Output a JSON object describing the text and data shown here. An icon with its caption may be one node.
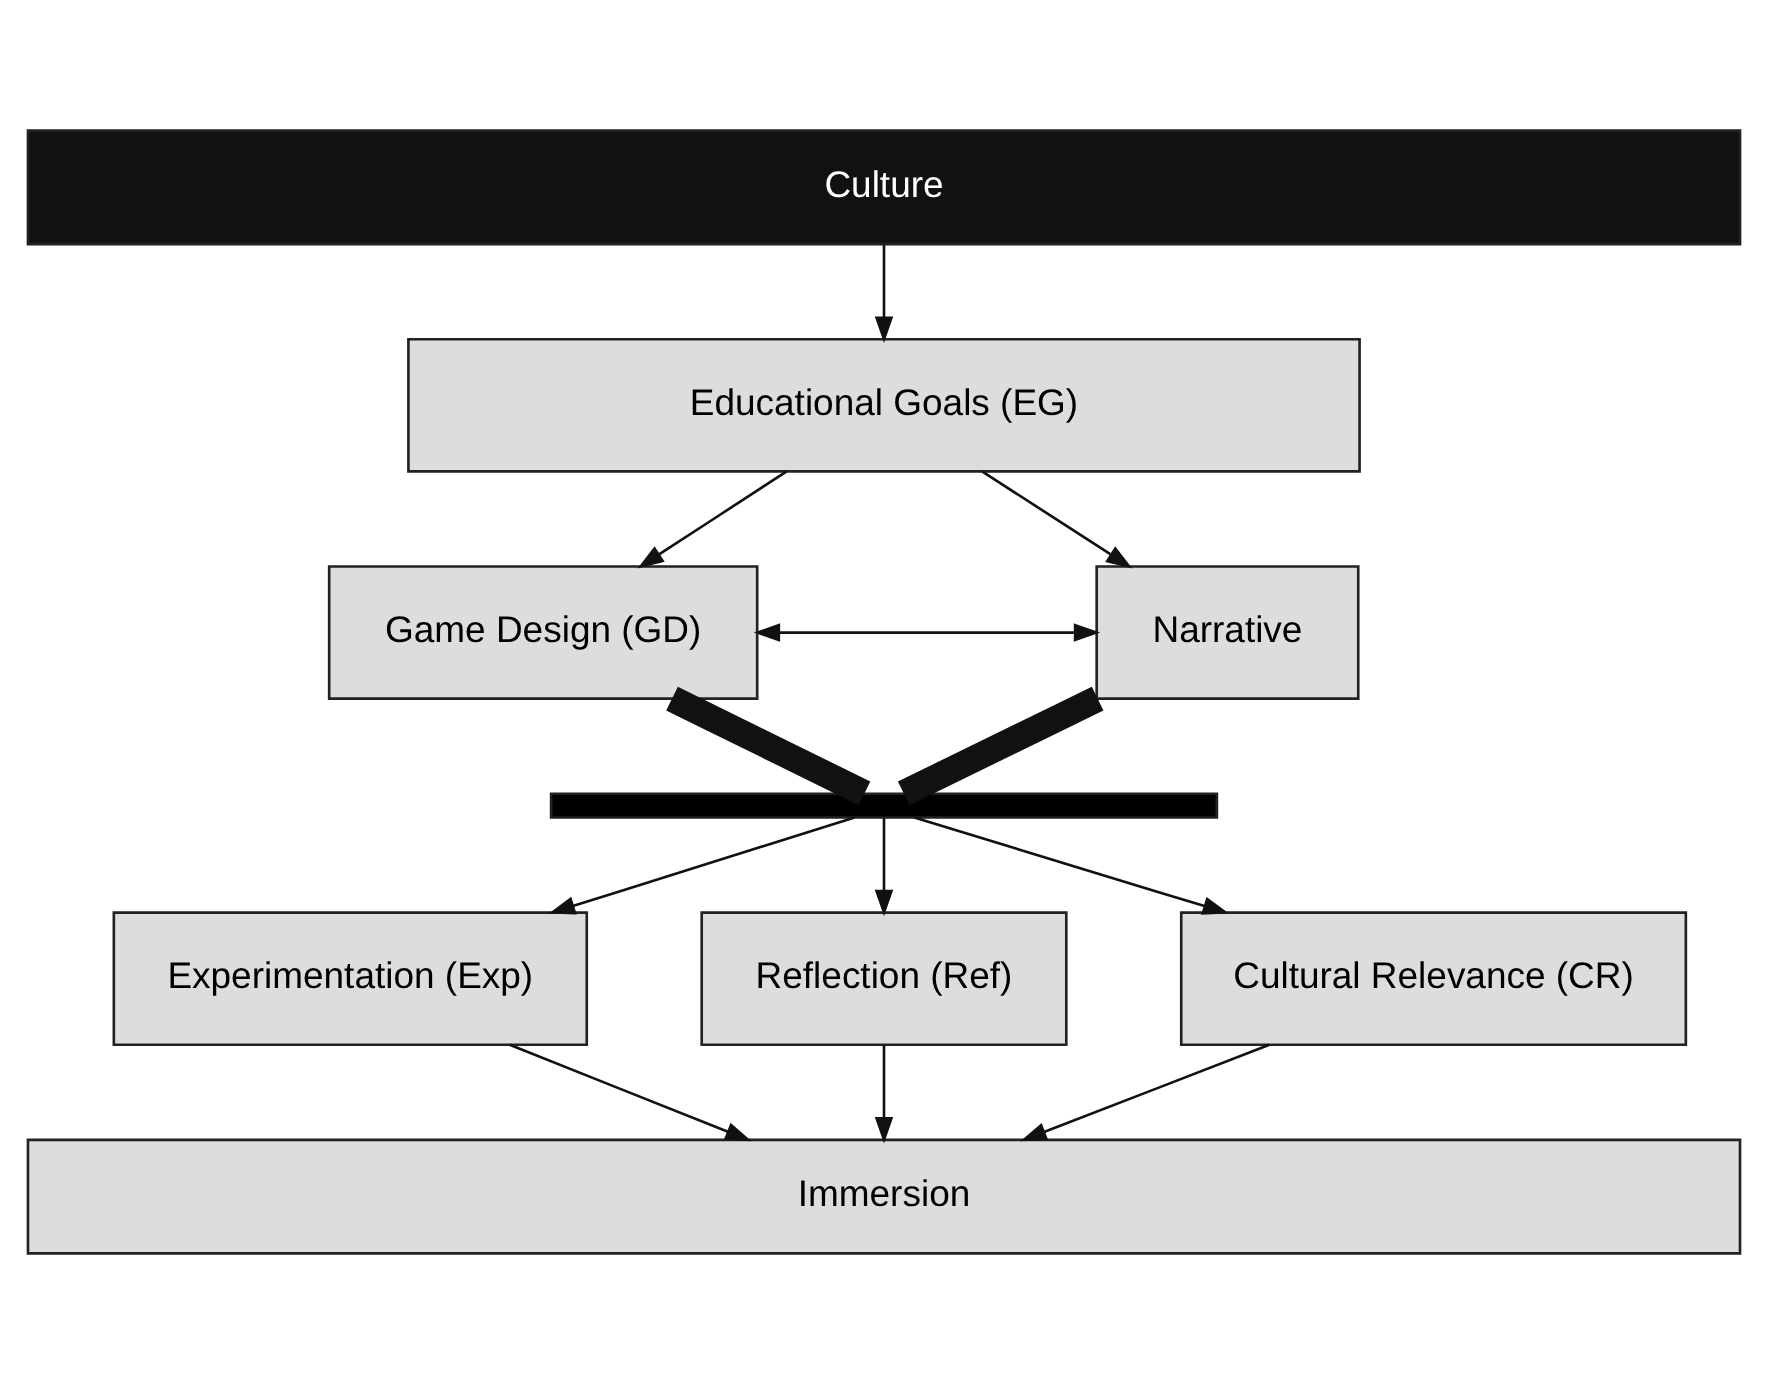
{
  "diagram": {
    "nodes": [
      {
        "text": [
          "Culture"
        ]
      },
      {
        "text": [
          "Educational Goals (EG)"
        ]
      },
      {
        "text": [
          "Game Design (GD)"
        ]
      },
      {
        "text": [
          "Narrative"
        ]
      },
      {
        "text": [],
        "shape": "bar"
      },
      {
        "text": [
          "Experimentation (Exp)"
        ]
      },
      {
        "text": [
          "Reflection (Ref)"
        ]
      },
      {
        "text": [
          "Cultural Relevance (CR)"
        ]
      },
      {
        "text": [
          "Immersion"
        ]
      }
    ],
    "edges": [
      {
        "from": 0,
        "to": 1,
        "arrow": "to"
      },
      {
        "from": 1,
        "to": 2,
        "arrow": "to"
      },
      {
        "from": 1,
        "to": 3,
        "arrow": "to"
      },
      {
        "from": 2,
        "to": 3,
        "arrow": "both"
      },
      {
        "from": 2,
        "to": 4,
        "arrow": "none",
        "style": "thick"
      },
      {
        "from": 3,
        "to": 4,
        "arrow": "none",
        "style": "thick"
      },
      {
        "from": 4,
        "to": 5,
        "arrow": "to"
      },
      {
        "from": 4,
        "to": 6,
        "arrow": "to"
      },
      {
        "from": 4,
        "to": 7,
        "arrow": "to"
      },
      {
        "from": 5,
        "to": 8,
        "arrow": "to"
      },
      {
        "from": 6,
        "to": 8,
        "arrow": "to"
      },
      {
        "from": 7,
        "to": 8,
        "arrow": "to"
      }
    ]
  }
}
